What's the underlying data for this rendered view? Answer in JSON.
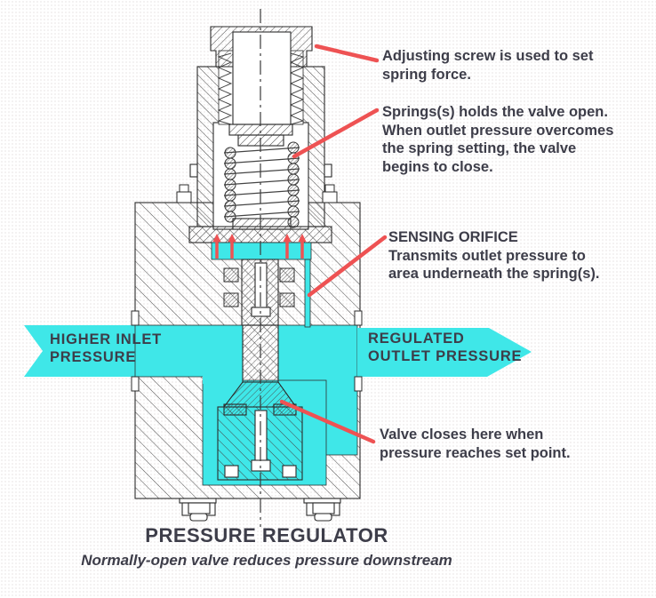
{
  "colors": {
    "cyan": "#3fe7e8",
    "red": "#ee5253",
    "text": "#3d3d49"
  },
  "labels": {
    "adjusting_screw": "Adjusting screw is used to set\nspring force.",
    "springs": "Springs(s) holds the valve open.\nWhen outlet pressure overcomes\nthe spring setting, the valve\nbegins to close.",
    "sensing_orifice": "SENSING ORIFICE\nTransmits outlet pressure to\narea underneath the spring(s).",
    "valve_closes": "Valve closes here when\npressure reaches set point.",
    "inlet_flow": "HIGHER INLET\nPRESSURE",
    "outlet_flow": "REGULATED\nOUTLET PRESSURE",
    "title": "PRESSURE REGULATOR",
    "subtitle": "Normally-open valve reduces pressure downstream"
  }
}
